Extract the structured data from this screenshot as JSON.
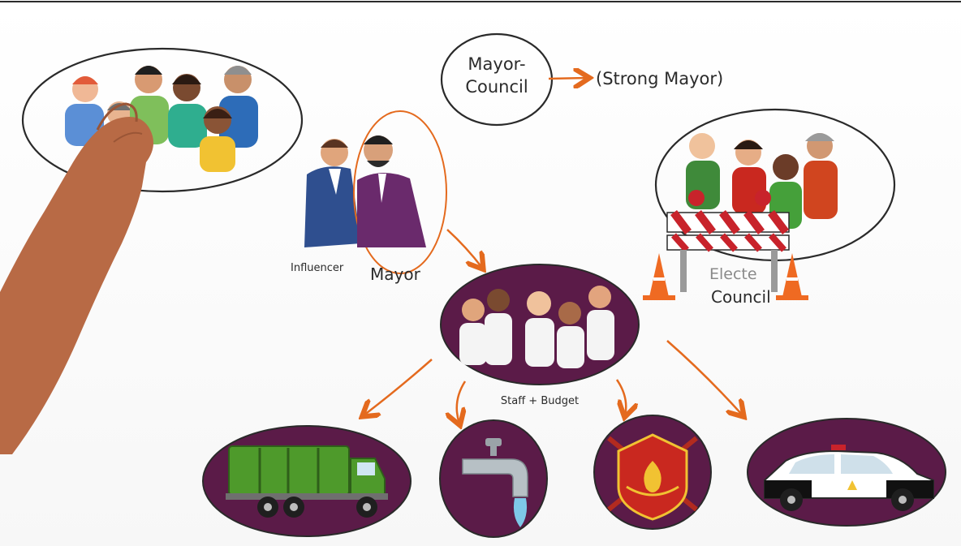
{
  "labels": {
    "mayor_council": "Mayor-Council",
    "mayor_council_line1": "Mayor-",
    "mayor_council_line2": "Council",
    "strong_mayor": "(Strong Mayor)",
    "influencer": "Influencer",
    "mayor": "Mayor",
    "staff_budget": "Staff + Budget",
    "elected_council_partial": "Electe",
    "council": "Council"
  },
  "colors": {
    "purple": "#5b1b48",
    "arrow_orange": "#e46a1e",
    "outline": "#2a2a2a",
    "skin_hand": "#b86a45",
    "truck_green": "#4e9a2b",
    "fire_red": "#c9281f",
    "barricade_red": "#c8232b",
    "cone_orange": "#ef6a22"
  },
  "icons": [
    "hand-icon",
    "citizens-group-icon",
    "influencer-icon",
    "mayor-icon",
    "staff-group-icon",
    "council-group-icon",
    "barricade-icon",
    "traffic-cone-icon",
    "garbage-truck-icon",
    "water-faucet-icon",
    "fire-department-emblem-icon",
    "police-car-icon"
  ]
}
